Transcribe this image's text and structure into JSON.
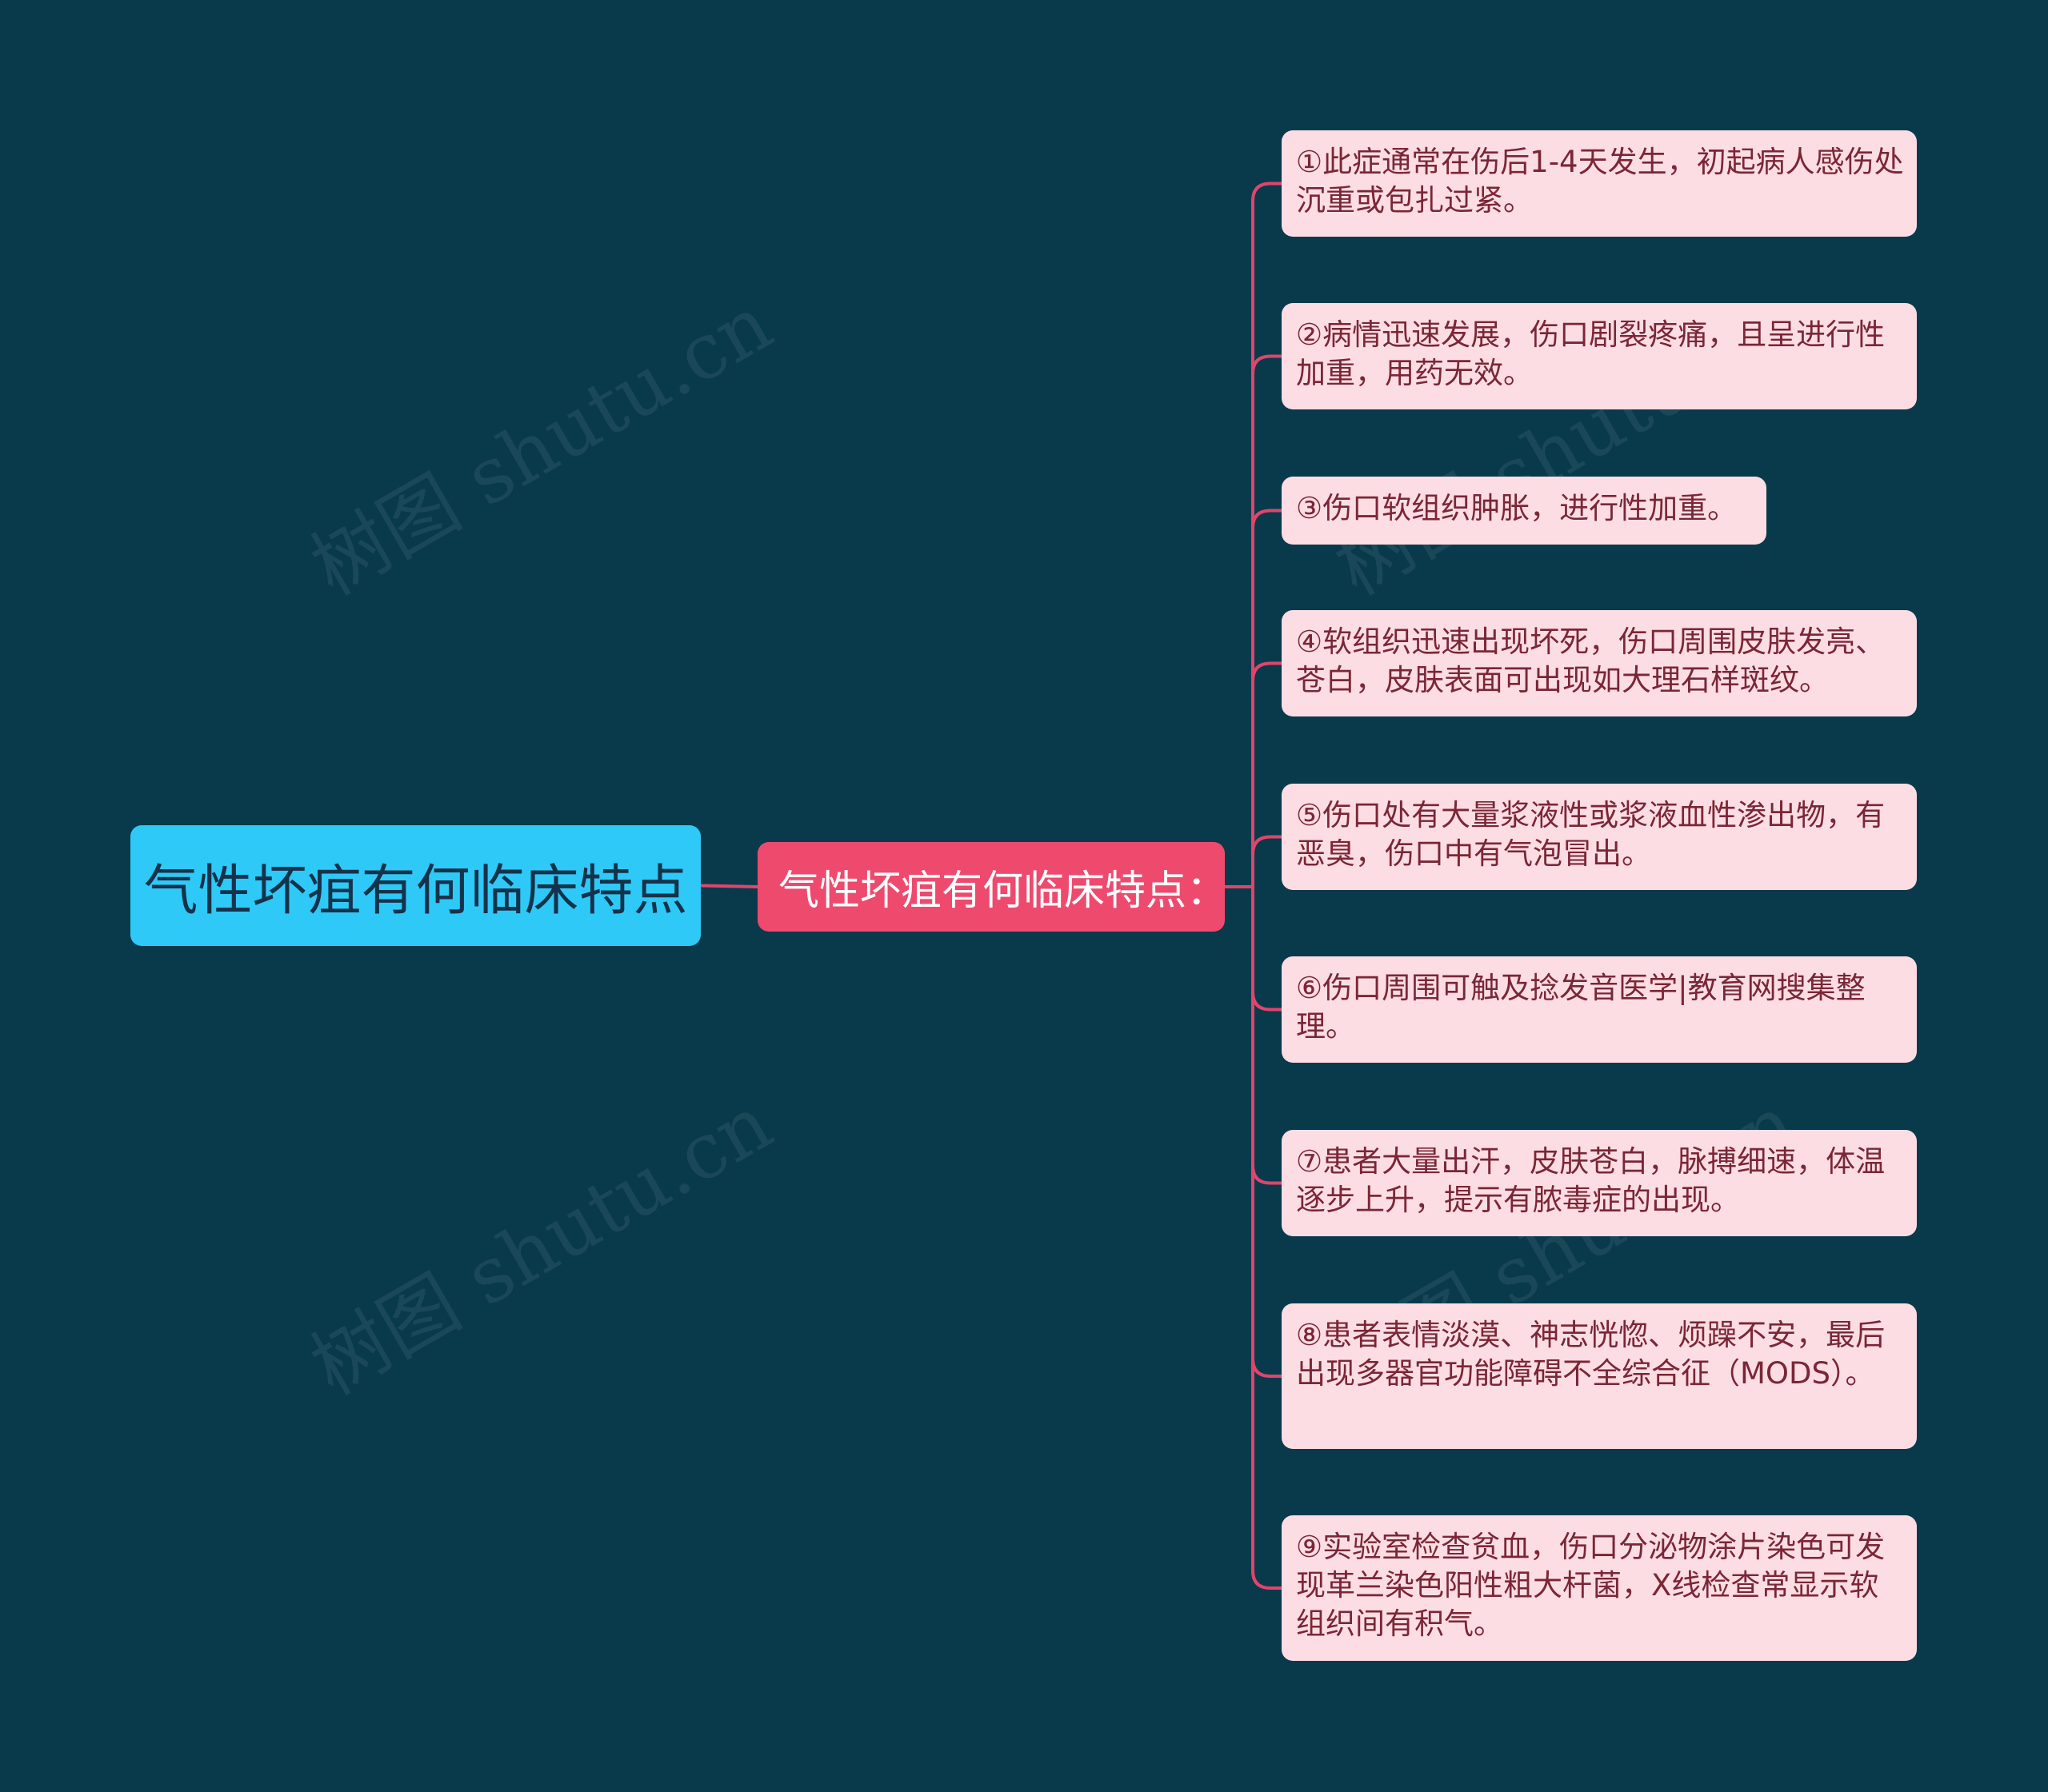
{
  "mindmap": {
    "root": {
      "label": "气性坏疽有何临床特点"
    },
    "branch": {
      "label": "气性坏疽有何临床特点："
    },
    "leaves": [
      {
        "label": "①此症通常在伤后1-4天发生，初起病人感伤处沉重或包扎过紧。"
      },
      {
        "label": "②病情迅速发展，伤口剧裂疼痛，且呈进行性加重，用药无效。"
      },
      {
        "label": "③伤口软组织肿胀，进行性加重。"
      },
      {
        "label": "④软组织迅速出现坏死，伤口周围皮肤发亮、苍白，皮肤表面可出现如大理石样斑纹。"
      },
      {
        "label": "⑤伤口处有大量浆液性或浆液血性渗出物，有恶臭，伤口中有气泡冒出。"
      },
      {
        "label": "⑥伤口周围可触及捻发音医学|教育网搜集整理。"
      },
      {
        "label": "⑦患者大量出汗，皮肤苍白，脉搏细速，体温逐步上升，提示有脓毒症的出现。"
      },
      {
        "label": "⑧患者表情淡漠、神志恍惚、烦躁不安，最后出现多器官功能障碍不全综合征（MODS）。"
      },
      {
        "label": "⑨实验室检查贫血，伤口分泌物涂片染色可发现革兰染色阳性粗大杆菌，X线检查常显示软组织间有积气。"
      }
    ]
  },
  "watermarks": [
    "树图 shutu.cn",
    "树图 shutu.cn",
    "树图 shutu.cn",
    "树图 shutu.cn"
  ],
  "colors": {
    "background": "#083a4c",
    "root_fill": "#2ec9f7",
    "root_text": "#16324a",
    "branch_fill": "#ee4a6e",
    "branch_text": "#ffffff",
    "leaf_fill": "#fcdde3",
    "leaf_text": "#7a2636",
    "connector": "#e0456b"
  }
}
